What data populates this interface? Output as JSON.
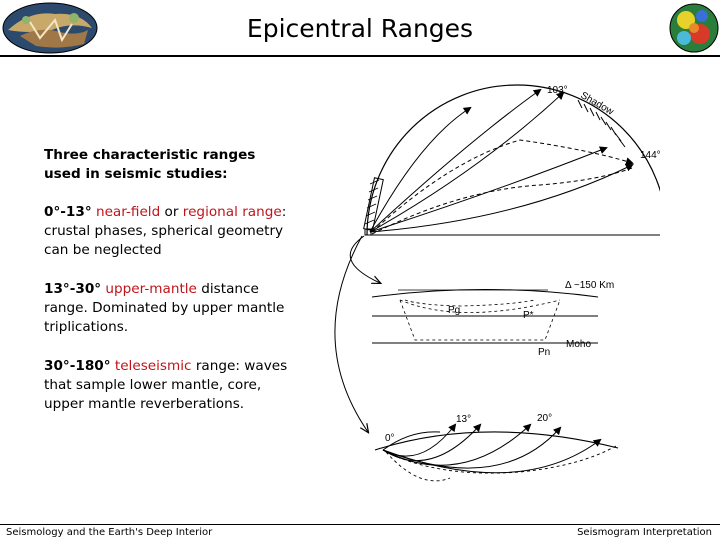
{
  "header": {
    "title": "Epicentral Ranges",
    "logo_left_icon": "earth-cutaway-icon",
    "logo_right_icon": "tomography-globe-icon"
  },
  "intro": {
    "text": "Three characteristic ranges used in seismic studies:"
  },
  "ranges": [
    {
      "range": "0°-13°",
      "term_1": "near-field",
      "connector": " or ",
      "term_2": "regional range",
      "description": ": crustal phases, spherical geometry can be neglected"
    },
    {
      "range": "13°-30°",
      "term_1": "upper-mantle",
      "description": " distance range. Dominated by upper mantle triplications."
    },
    {
      "range": "30°-180°",
      "term_1": "teleseismic",
      "description": " range: waves that sample lower mantle, core, upper mantle reverberations."
    }
  ],
  "diagram": {
    "global": {
      "label_103": "103°",
      "label_shadow": "Shadow",
      "label_144": "144°"
    },
    "crustal": {
      "label_delta": "Δ ~150 Km",
      "label_pg": "Pg",
      "label_pstar": "P*",
      "label_moho": "Moho",
      "label_pn": "Pn"
    },
    "upper_mantle": {
      "label_0": "0°",
      "label_13": "13°",
      "label_20": "20°"
    }
  },
  "footer": {
    "left": "Seismology and the Earth's Deep Interior",
    "right": "Seismogram Interpretation"
  },
  "colors": {
    "highlight": "#c0141a"
  }
}
